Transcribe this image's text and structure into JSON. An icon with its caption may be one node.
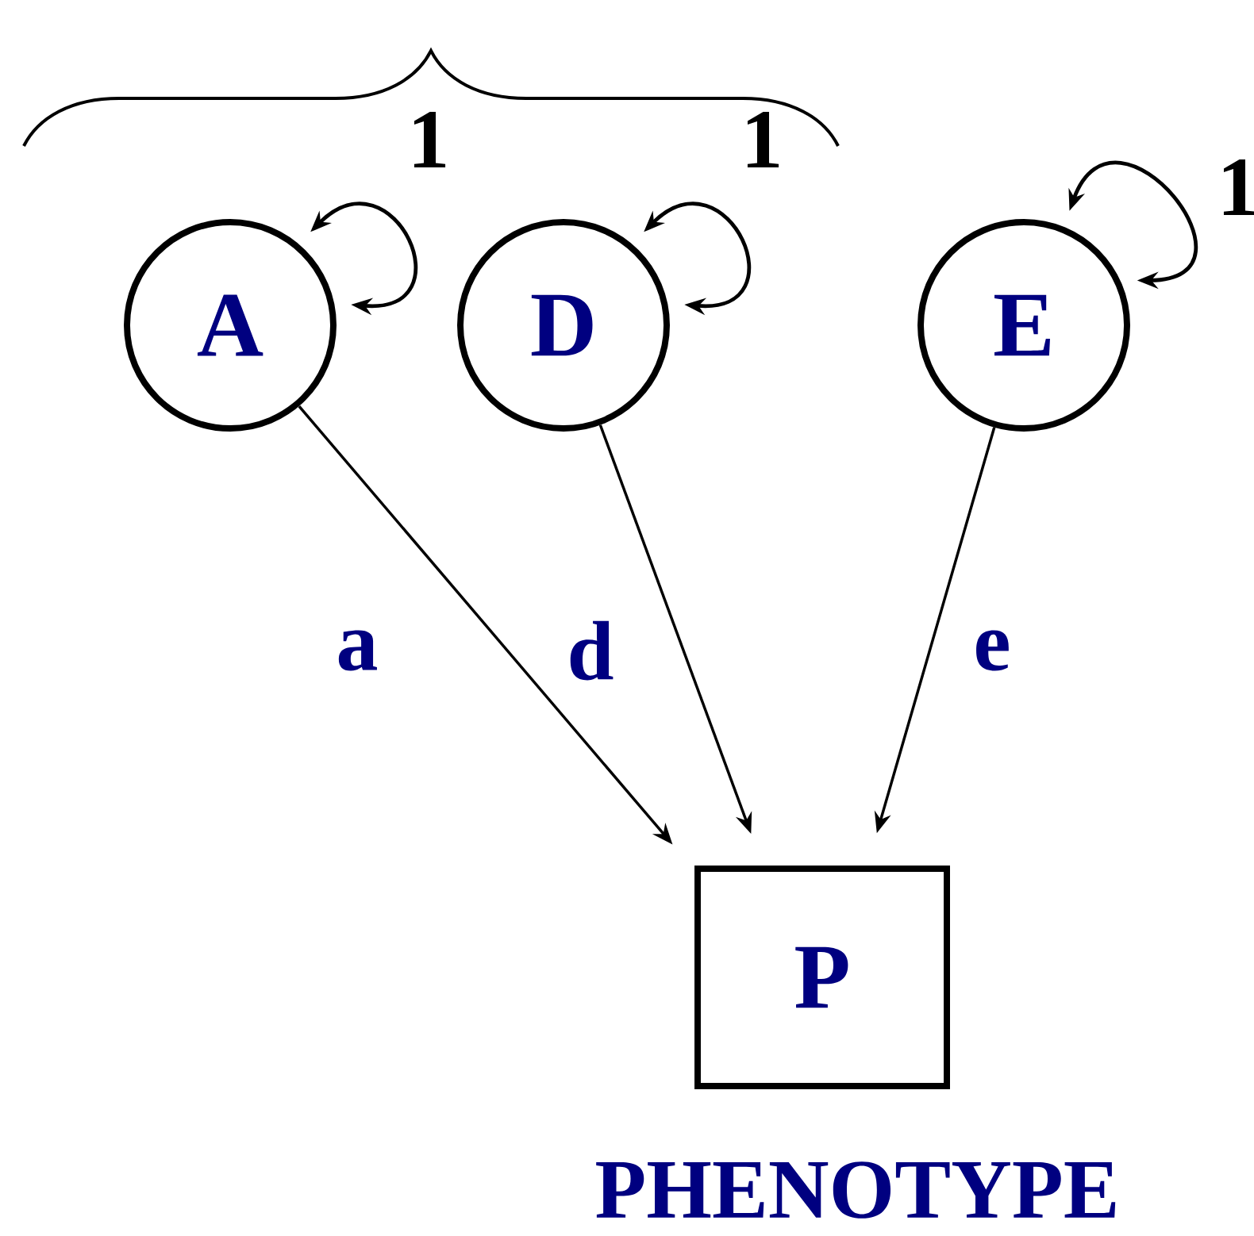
{
  "diagram": {
    "nodes": [
      {
        "text": [
          "A"
        ]
      },
      {
        "text": [
          "D"
        ]
      },
      {
        "text": [
          "E"
        ]
      },
      {
        "text": [
          "P"
        ],
        "beside": [
          "PHENOTYPE"
        ]
      }
    ],
    "edges": [
      {
        "from": 0,
        "to": 0,
        "arrow": "both",
        "label": "1"
      },
      {
        "from": 1,
        "to": 1,
        "arrow": "both",
        "label": "1"
      },
      {
        "from": 2,
        "to": 2,
        "arrow": "both",
        "label": "1"
      },
      {
        "from": 0,
        "to": 3,
        "arrow": "to",
        "label": "a"
      },
      {
        "from": 1,
        "to": 3,
        "arrow": "to",
        "label": "d"
      },
      {
        "from": 2,
        "to": 3,
        "arrow": "to",
        "label": "e"
      }
    ]
  }
}
